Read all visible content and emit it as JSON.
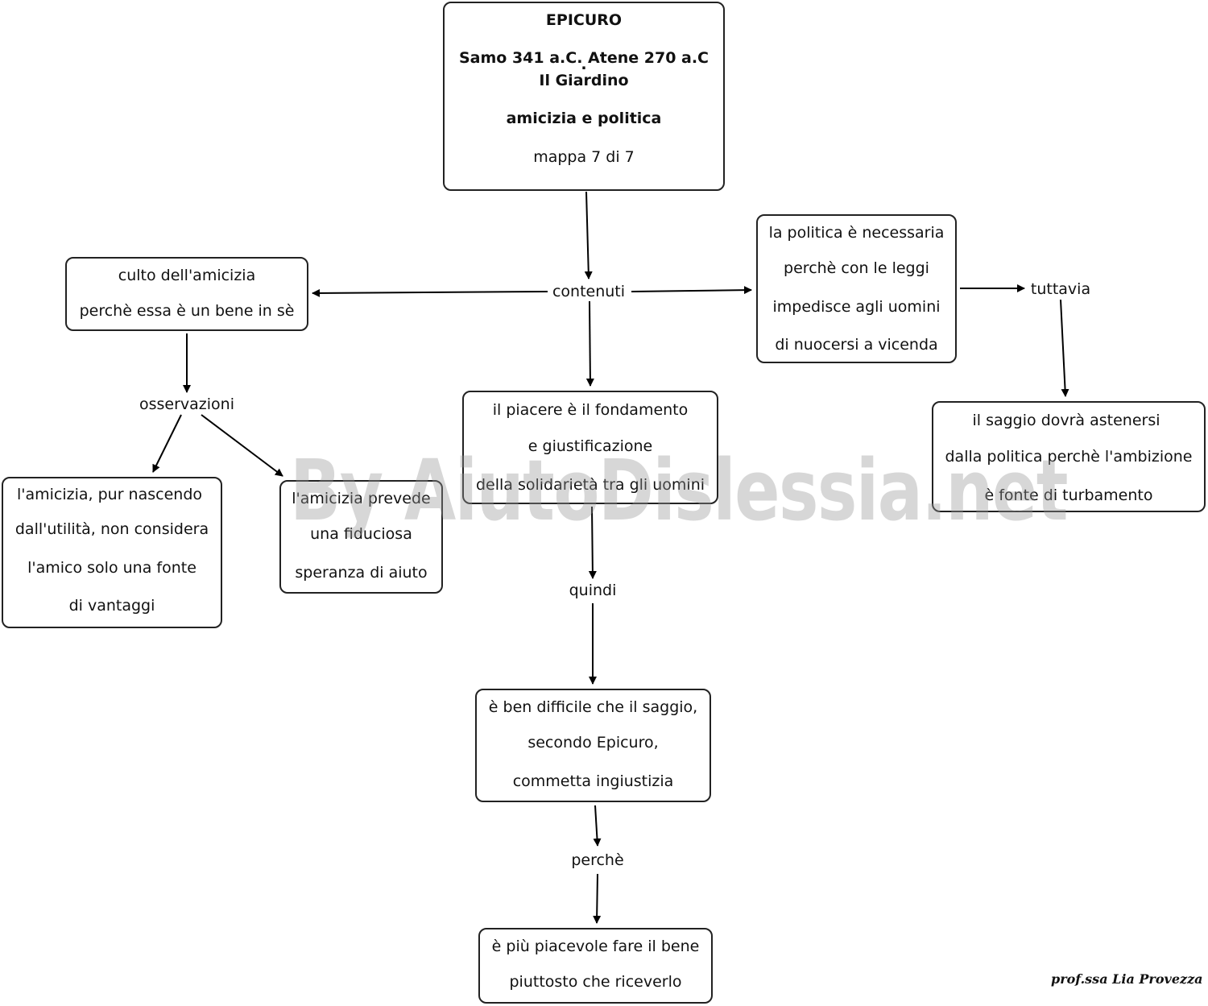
{
  "title_box": {
    "line1": "EPICURO",
    "line2": "Samo 341 a.C.  Atene 270 a.C",
    "dot": ".",
    "line3": "Il Giardino",
    "line4": "amicizia e politica",
    "line5": "mappa 7 di 7"
  },
  "labels": {
    "contenuti": "contenuti",
    "osservazioni": "osservazioni",
    "quindi": "quindi",
    "perche": "perchè",
    "tuttavia": "tuttavia"
  },
  "boxes": {
    "culto": [
      "culto dell'amicizia",
      "perchè essa è un bene in sè"
    ],
    "amicizia_utilita": [
      "l'amicizia, pur nascendo",
      "dall'utilità, non considera",
      "l'amico solo una fonte",
      "di vantaggi"
    ],
    "amicizia_fiducia": [
      "l'amicizia prevede",
      "una fiduciosa",
      "speranza di aiuto"
    ],
    "piacere": [
      "il piacere è il fondamento",
      "e giustificazione",
      "della solidarietà tra gli uomini"
    ],
    "politica": [
      "la politica è necessaria",
      "perchè con le leggi",
      "impedisce agli uomini",
      "di nuocersi a vicenda"
    ],
    "saggio_astenersi": [
      "il saggio dovrà astenersi",
      "dalla politica perchè l'ambizione",
      "è fonte di turbamento"
    ],
    "ingiustizia": [
      "è ben difficile che il saggio,",
      "secondo Epicuro,",
      "commetta ingiustizia"
    ],
    "bene": [
      "è più piacevole fare il bene",
      "piuttosto che riceverlo"
    ]
  },
  "watermark": "By AiutoDislessia.net",
  "signature": "prof.ssa Lia Provezza"
}
